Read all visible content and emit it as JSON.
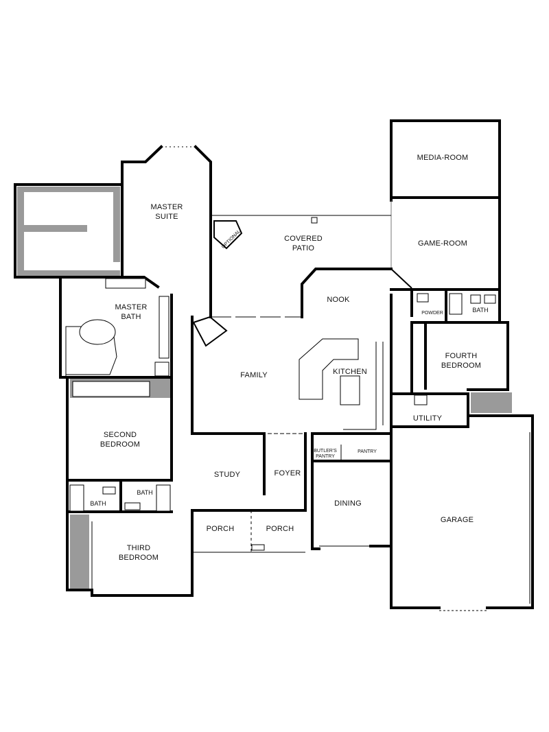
{
  "rooms": {
    "media_room": "MEDIA-ROOM",
    "game_room": "GAME-ROOM",
    "master_suite": [
      "MASTER",
      "SUITE"
    ],
    "covered_patio": [
      "COVERED",
      "PATIO"
    ],
    "optional": "OPTIONAL",
    "nook": "NOOK",
    "master_bath": [
      "MASTER",
      "BATH"
    ],
    "powder": "POWDER",
    "bath_fourth": "BATH",
    "fourth_bedroom": [
      "FOURTH",
      "BEDROOM"
    ],
    "family": "FAMILY",
    "kitchen": "KITCHEN",
    "utility": "UTILITY",
    "second_bedroom": [
      "SECOND",
      "BEDROOM"
    ],
    "butlers_pantry": [
      "BUTLER'S",
      "PANTRY"
    ],
    "pantry": "PANTRY",
    "study": "STUDY",
    "foyer": "FOYER",
    "bath_left": "BATH",
    "bath_right": "BATH",
    "dining": "DINING",
    "garage": "GARAGE",
    "porch_left": "PORCH",
    "porch_right": "PORCH",
    "third_bedroom": [
      "THIRD",
      "BEDROOM"
    ]
  }
}
